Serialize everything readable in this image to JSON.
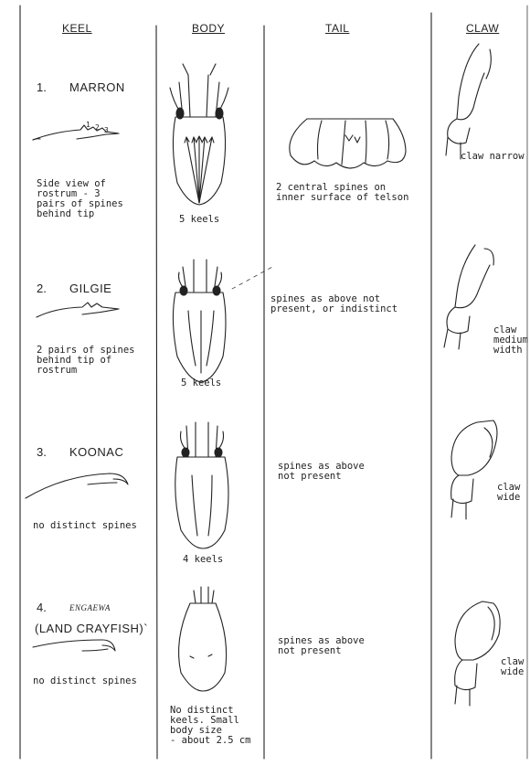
{
  "headers": {
    "keel": "KEEL",
    "body": "BODY",
    "tail": "TAIL",
    "claw": "CLAW"
  },
  "rows": [
    {
      "number": "1.",
      "species": "MARRON",
      "rostrum_marks": [
        "1",
        "2",
        "3"
      ],
      "keel_text": [
        "Side view of",
        "rostrum - 3",
        "pairs of spines",
        "behind tip"
      ],
      "body_text": [
        "5 keels"
      ],
      "tail_text": [
        "2 central spines on",
        "inner surface of telson"
      ],
      "claw_text": [
        "claw narrow"
      ]
    },
    {
      "number": "2.",
      "species": "GILGIE",
      "keel_text": [
        "2 pairs of spines",
        "behind tip of",
        "rostrum"
      ],
      "body_text": [
        "5 keels"
      ],
      "tail_text": [
        "spines as above not",
        "present, or indistinct"
      ],
      "claw_text": [
        "claw",
        "medium",
        "width"
      ]
    },
    {
      "number": "3.",
      "species": "KOONAC",
      "keel_text": [
        "no distinct spines"
      ],
      "body_text": [
        "4 keels"
      ],
      "tail_text": [
        "spines as above",
        "not present"
      ],
      "claw_text": [
        "claw",
        "wide"
      ]
    },
    {
      "number": "4.",
      "species": "ENGAEWA",
      "species_note": "(LAND CRAYFISH)`",
      "keel_text": [
        "no distinct spines"
      ],
      "body_text": [
        "No distinct",
        "keels. Small",
        "body size",
        "- about 2.5 cm"
      ],
      "tail_text": [
        "spines as above",
        "not present"
      ],
      "claw_text": [
        "claw",
        "wide"
      ]
    }
  ]
}
